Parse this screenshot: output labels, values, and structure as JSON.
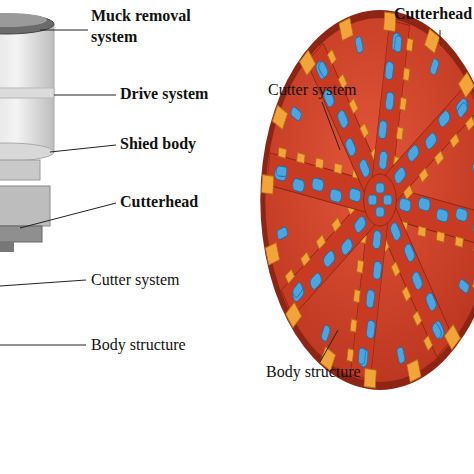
{
  "diagram": {
    "labels": [
      "Muck removal system",
      "Drive system",
      "Shied body",
      "Cutterhead",
      "Cutter system",
      "Body structure",
      "Cutterhead",
      "Cutter system",
      "Body structure"
    ]
  }
}
